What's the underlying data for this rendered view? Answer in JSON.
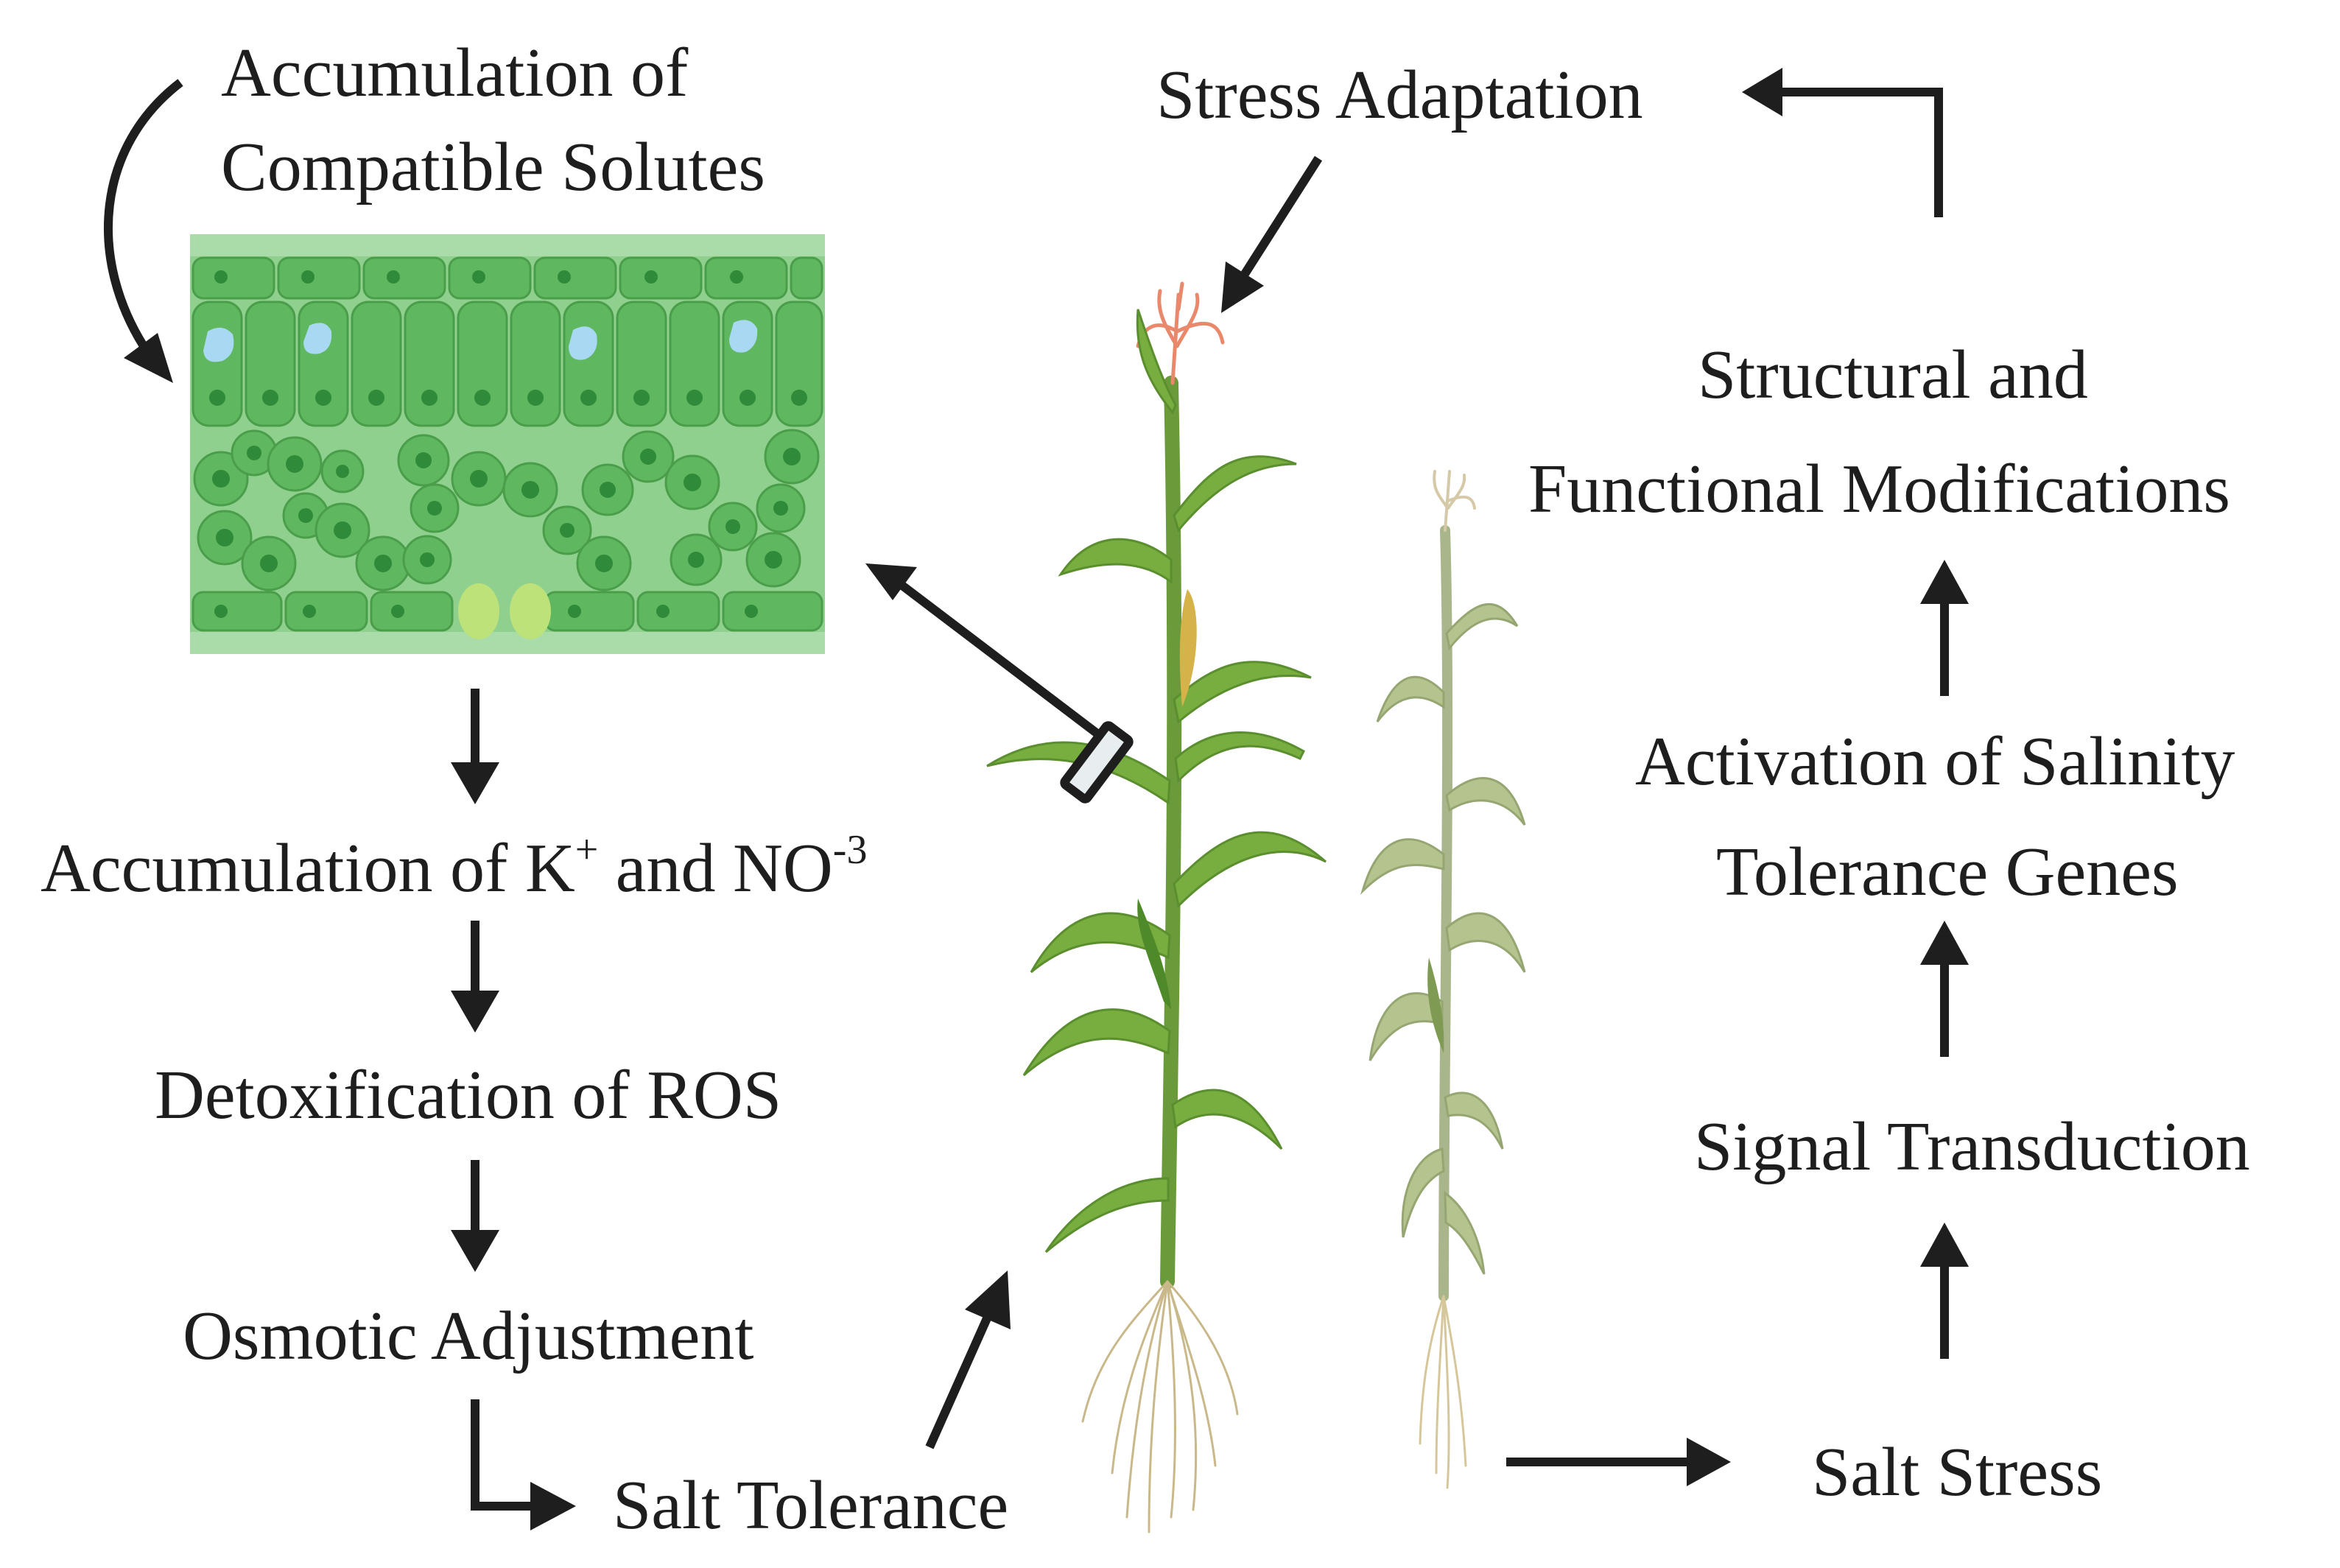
{
  "left_pathway": {
    "solutes_line1": "Accumulation of",
    "solutes_line2": "Compatible Solutes",
    "ions_main": "Accumulation of K",
    "ions_k_sup": "+",
    "ions_and": " and NO",
    "ions_no_sup": "-3",
    "ros": "Detoxification of ROS",
    "osmotic": "Osmotic Adjustment",
    "tolerance": "Salt Tolerance"
  },
  "right_pathway": {
    "adaptation": "Stress Adaptation",
    "modifications_line1": "Structural and",
    "modifications_line2": "Functional Modifications",
    "genes_line1": "Activation of Salinity",
    "genes_line2": "Tolerance Genes",
    "signal": "Signal Transduction",
    "stress": "Salt Stress"
  },
  "colors": {
    "leaf_tissue": "#5fb85f",
    "healthy_plant": "#78ad3f",
    "stressed_plant": "#b5c48e",
    "tassel": "#e9886b",
    "arrow": "#1e1e1e"
  }
}
